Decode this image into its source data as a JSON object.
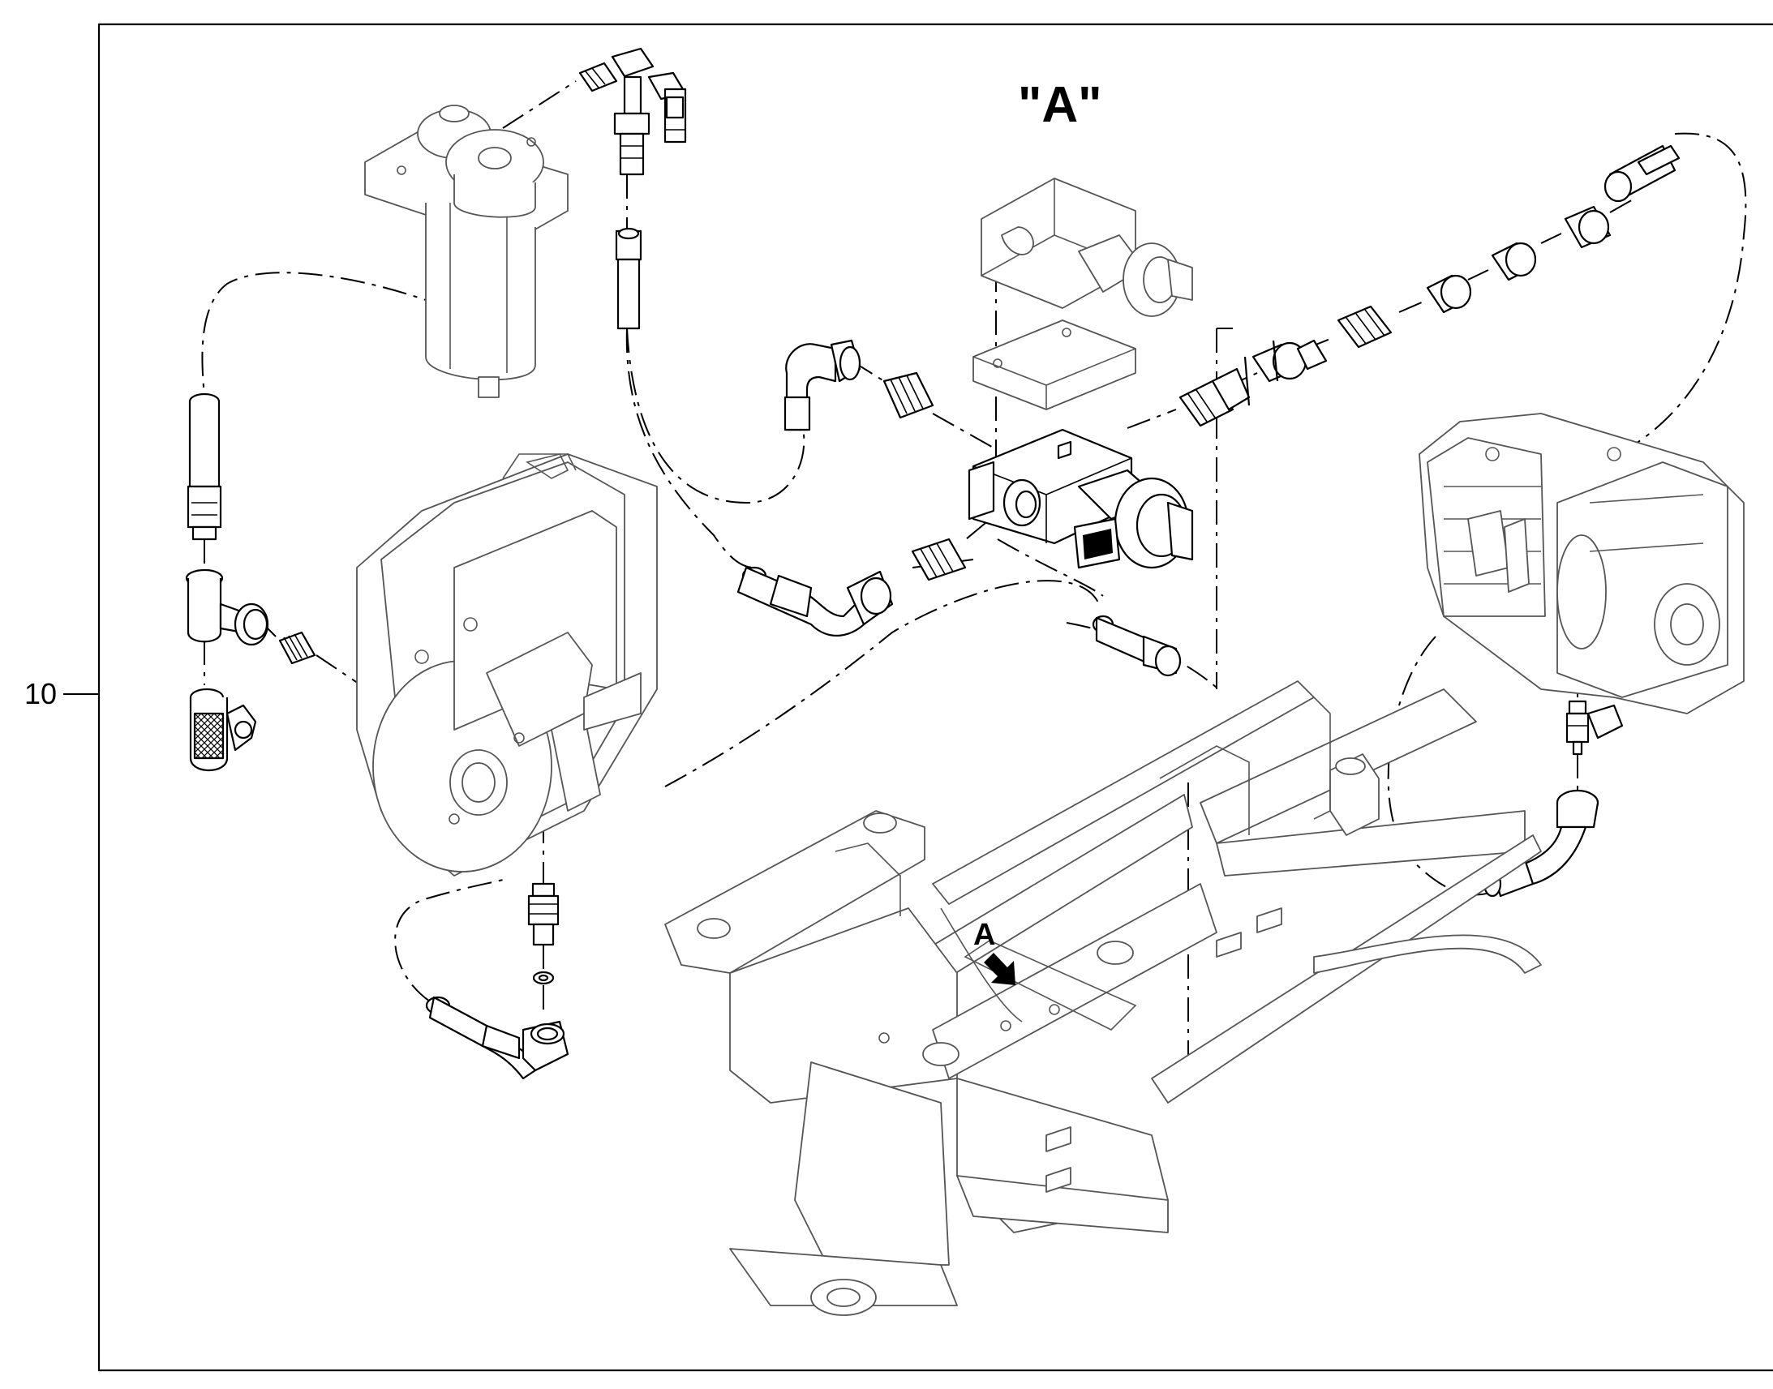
{
  "view_label": "\"A\"",
  "callout_letter": "A",
  "reference_number": "10",
  "colors": {
    "line": "#000000",
    "ghost": "#555555",
    "background": "#ffffff"
  },
  "parts": [
    "filter-housing",
    "swivel-tee-fitting",
    "hose-left",
    "tee-fitting-left",
    "test-port-cap",
    "drive-motor",
    "adapter-fitting",
    "hose-bottom",
    "valve-block",
    "solenoid-coil",
    "gasket-plate",
    "elbow-hose",
    "hose-center",
    "hose-right",
    "pump-assembly",
    "elbow-hose-right",
    "chassis-frame"
  ]
}
